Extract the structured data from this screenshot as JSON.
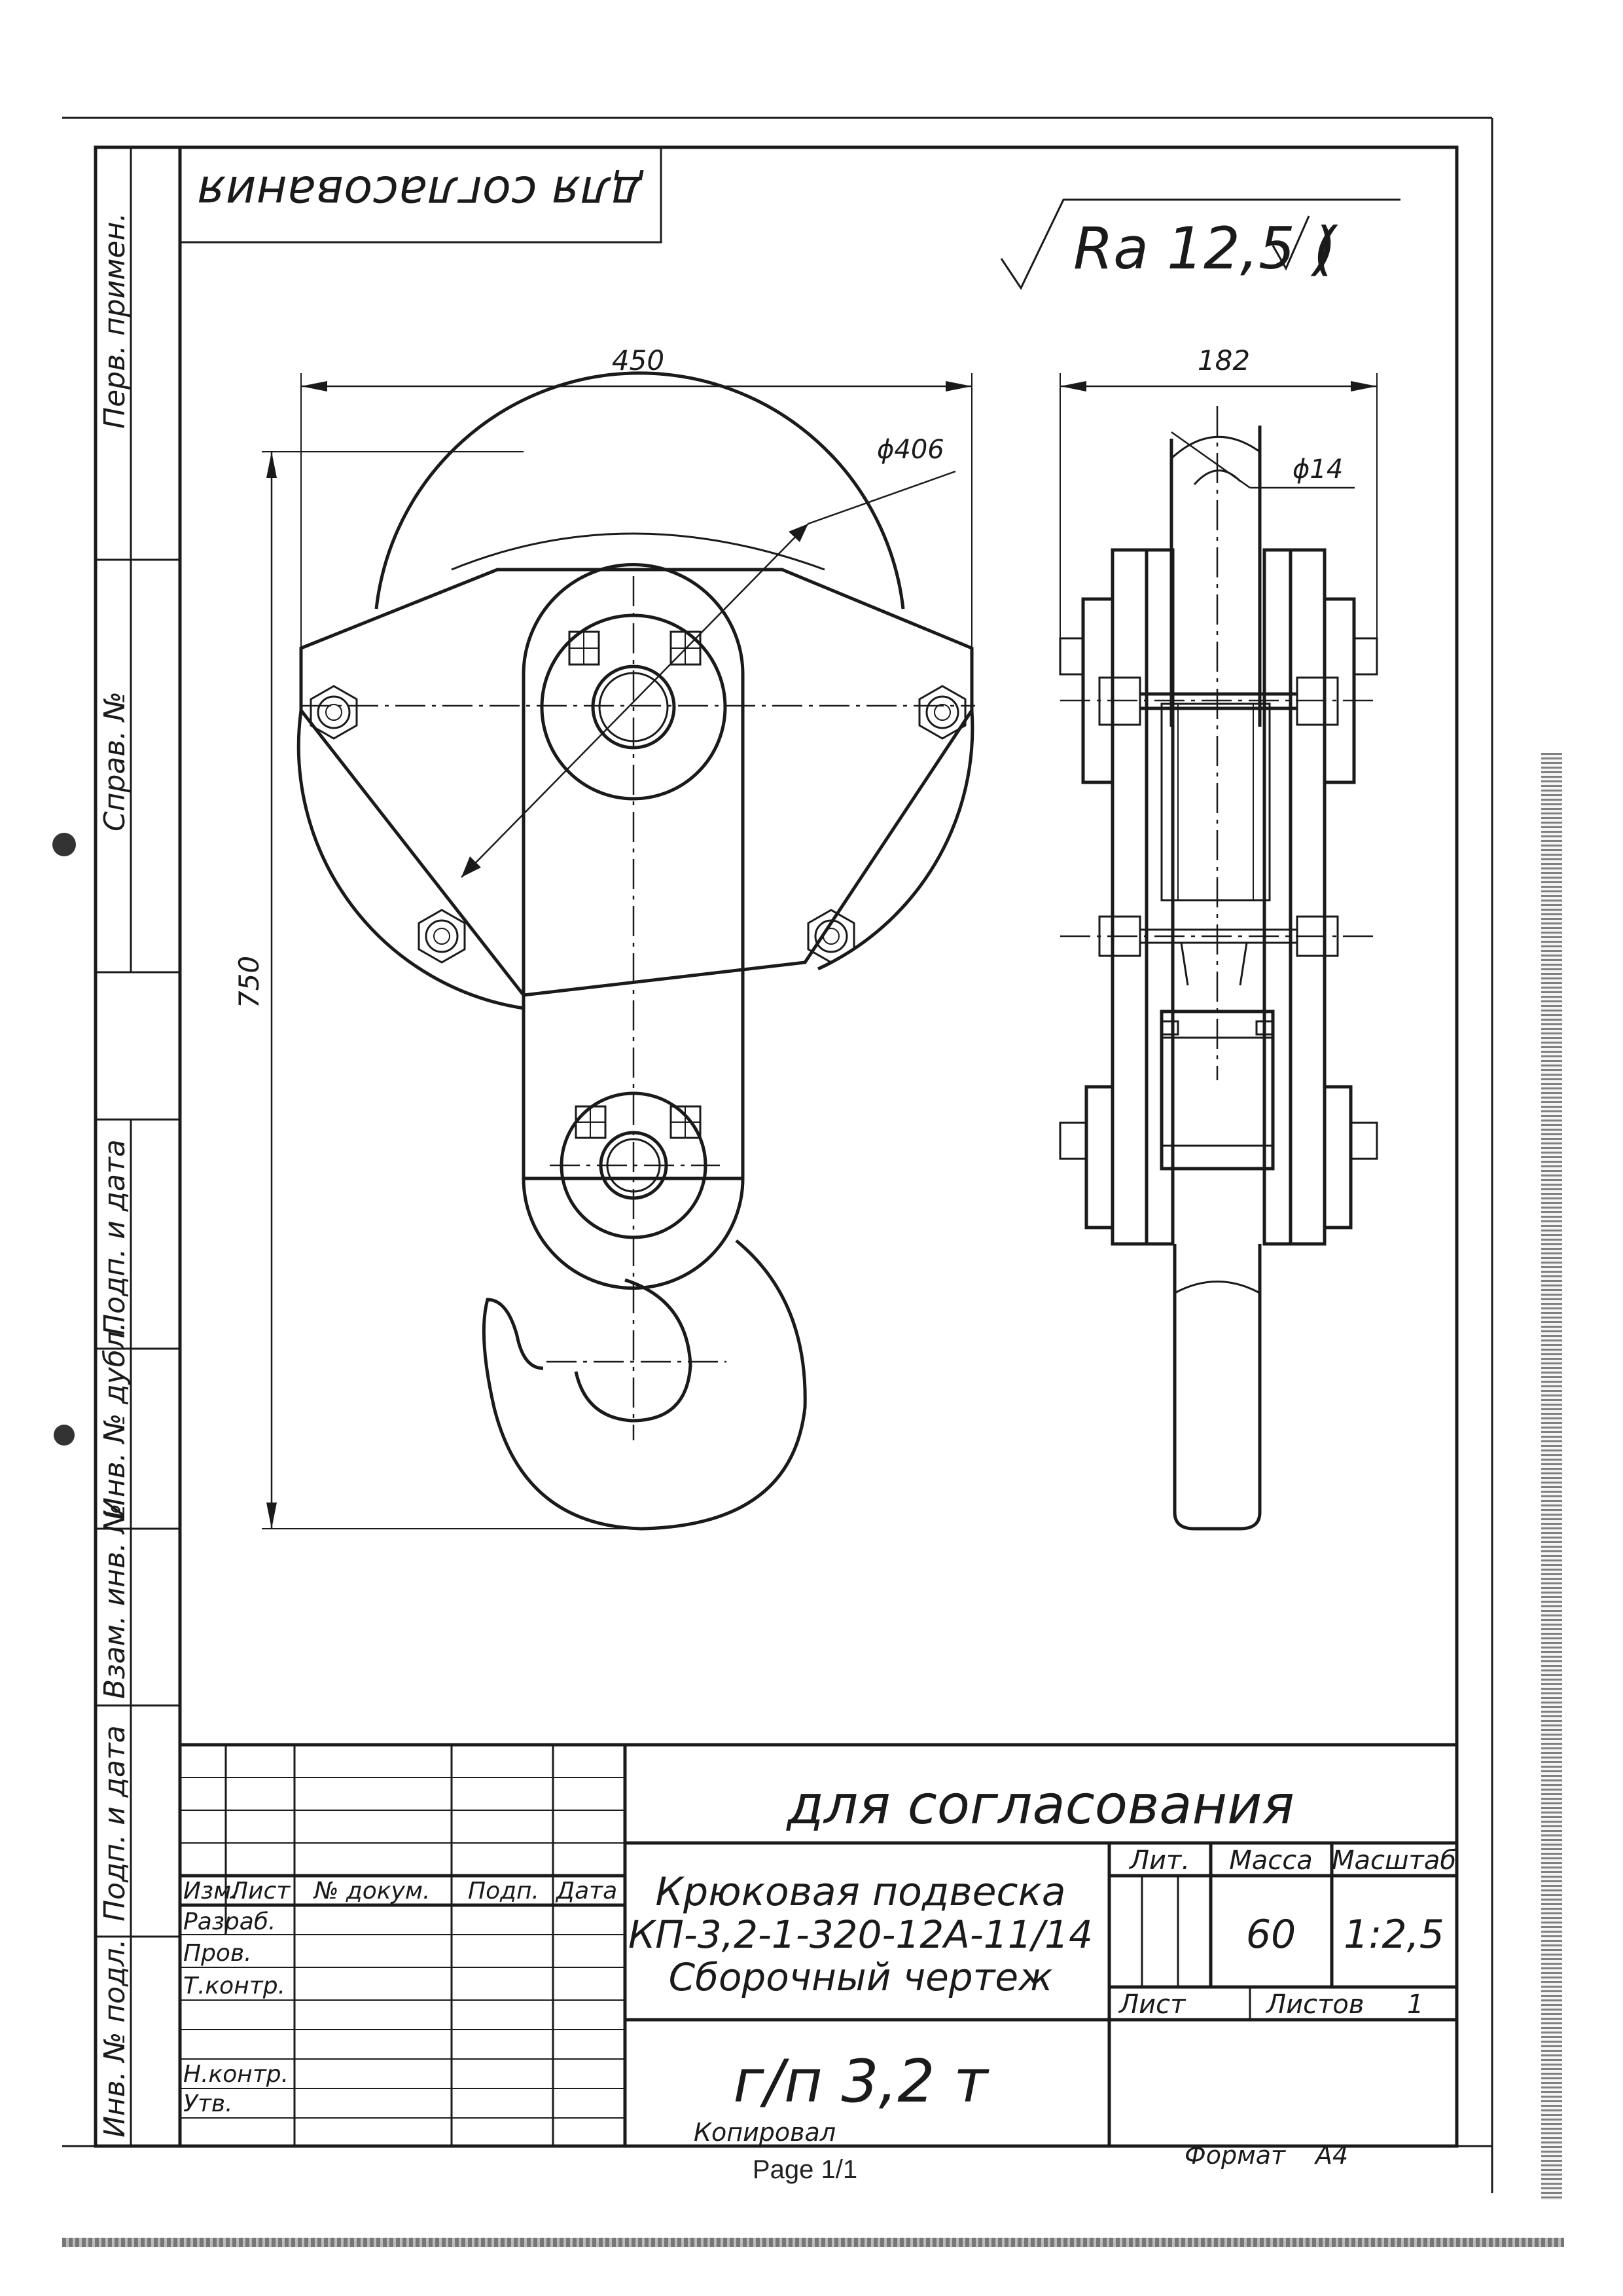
{
  "stamp_top": "для согласования",
  "roughness": "Ra 12,5 (",
  "roughness_tail": ")",
  "dimensions": {
    "width_front": "450",
    "width_side": "182",
    "height": "750",
    "diameter_sheave": "ϕ406",
    "diameter_rope": "ϕ14"
  },
  "side_columns": {
    "upper": [
      "Перв. примен.",
      "Справ. №"
    ],
    "lower": [
      "Подп. и дата",
      "Инв. № дубл.",
      "Взам. инв. №",
      "Подп. и дата",
      "Инв. № подл."
    ]
  },
  "title_block": {
    "approval_label": "для согласования",
    "headers": [
      "Изм.",
      "Лист",
      "№ докум.",
      "Подп.",
      "Дата"
    ],
    "roles": [
      "Разраб.",
      "Пров.",
      "Т.контр.",
      "",
      "Н.контр.",
      "Утв."
    ],
    "name_line1": "Крюковая подвеска",
    "name_line2": "КП-3,2-1-320-12А-11/14",
    "name_line3": "Сборочный чертеж",
    "capacity": "г/п 3,2 т",
    "lit_label": "Лит.",
    "mass_label": "Масса",
    "scale_label": "Масштаб",
    "mass_value": "60",
    "scale_value": "1:2,5",
    "sheet_label": "Лист",
    "sheets_label": "Листов",
    "sheets_value": "1"
  },
  "bottom": {
    "copied": "Копировал",
    "format_label": "Формат",
    "format_value": "А4"
  },
  "page_footer": "Page 1/1"
}
